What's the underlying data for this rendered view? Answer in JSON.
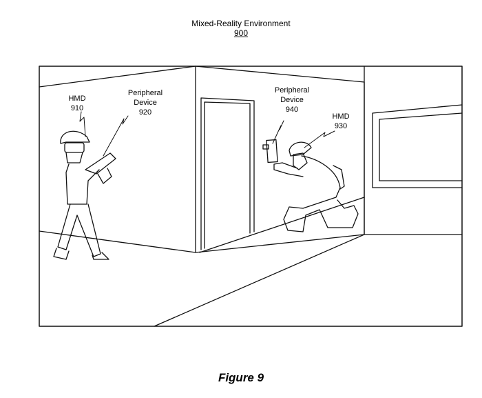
{
  "figure": {
    "title": "Mixed-Reality Environment",
    "title_ref": "900",
    "caption": "Figure 9"
  },
  "labels": {
    "hmd_910": {
      "name": "HMD",
      "ref": "910"
    },
    "peripheral_920": {
      "name": "Peripheral",
      "name2": "Device",
      "ref": "920"
    },
    "peripheral_940": {
      "name": "Peripheral",
      "name2": "Device",
      "ref": "940"
    },
    "hmd_930": {
      "name": "HMD",
      "ref": "930"
    }
  }
}
